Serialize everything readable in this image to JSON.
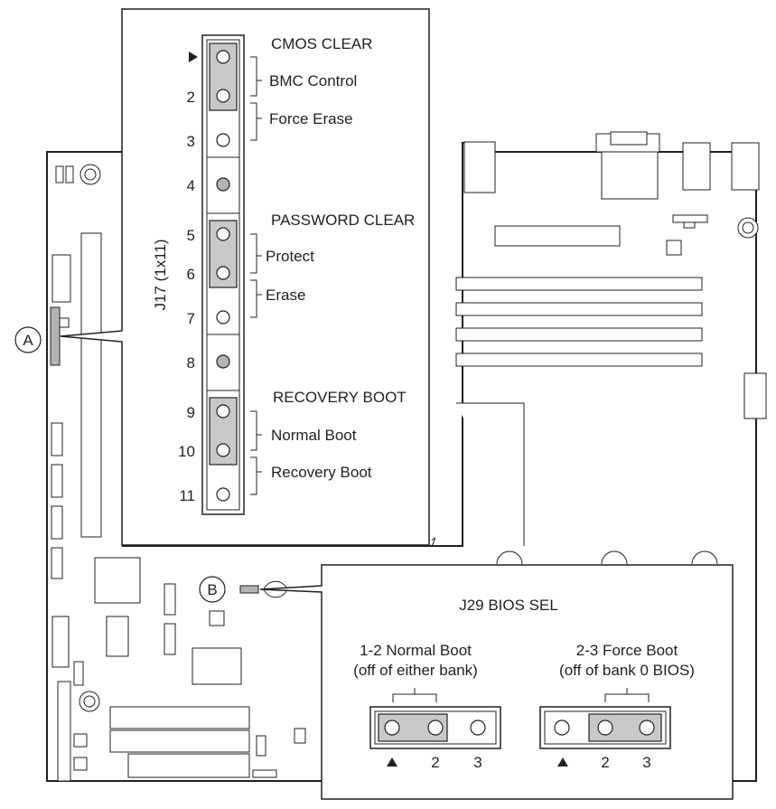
{
  "callouts": {
    "a": "A",
    "b": "B"
  },
  "j17": {
    "label": "J17 (1x11)",
    "pin_labels": [
      "2",
      "3",
      "4",
      "5",
      "6",
      "7",
      "8",
      "9",
      "10",
      "11"
    ],
    "groups": {
      "cmos": {
        "title": "CMOS CLEAR",
        "opt1": "BMC Control",
        "opt2": "Force Erase"
      },
      "password": {
        "title": "PASSWORD CLEAR",
        "opt1": "Protect",
        "opt2": "Erase"
      },
      "recovery": {
        "title": "RECOVERY BOOT",
        "opt1": "Normal Boot",
        "opt2": "Recovery Boot"
      }
    }
  },
  "j29": {
    "title": "J29 BIOS SEL",
    "normal": {
      "line1": "1-2 Normal Boot",
      "line2": "(off of either bank)",
      "pins": [
        "2",
        "3"
      ]
    },
    "force": {
      "line1": "2-3 Force Boot",
      "line2": "(off of bank 0 BIOS)",
      "pins": [
        "2",
        "3"
      ]
    }
  },
  "colors": {
    "ink": "#231f20",
    "jumper_fill": "#c8c8c8",
    "pin_fill": "#b4b4b4"
  }
}
